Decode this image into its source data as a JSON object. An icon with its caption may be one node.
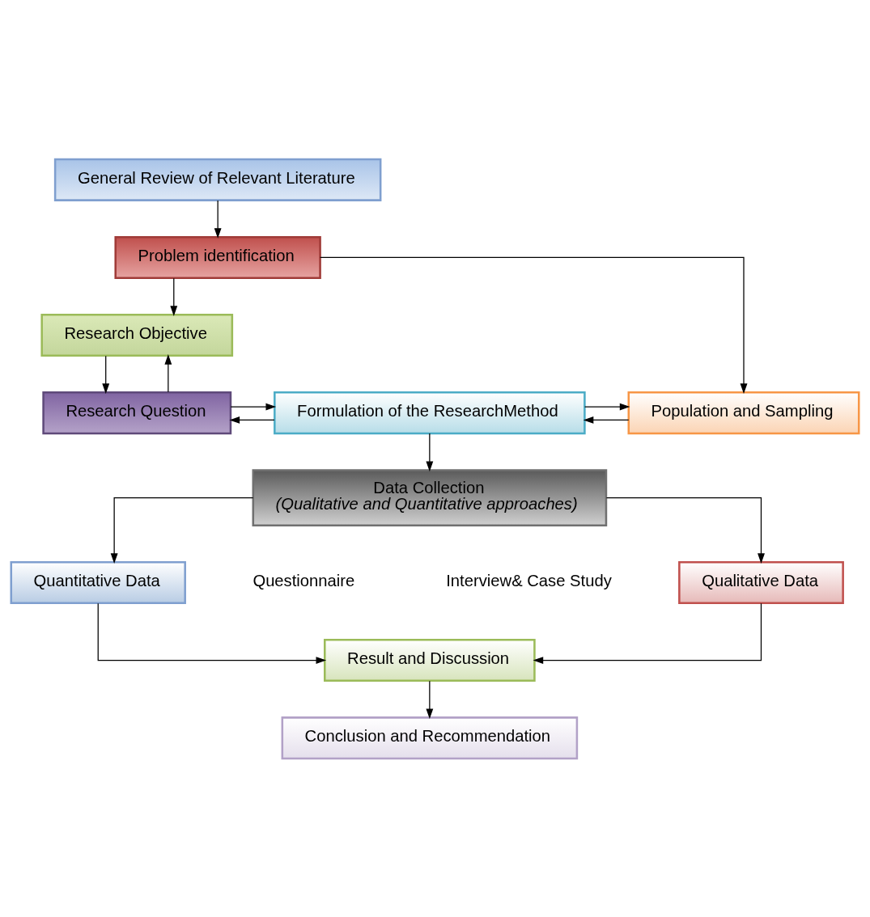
{
  "diagram": {
    "nodes": [
      {
        "text": [
          "General Review of Relevant Literature"
        ]
      },
      {
        "text": [
          "Problem identification"
        ]
      },
      {
        "text": [
          "Research Objective"
        ]
      },
      {
        "text": [
          "Research Question"
        ]
      },
      {
        "text": [
          "Formulation of the ResearchMethod"
        ]
      },
      {
        "text": [
          "Population and Sampling"
        ]
      },
      {
        "text": [
          "Data Collection",
          "(Qualitative and Quantitative approaches)"
        ]
      },
      {
        "text": [
          "Quantitative Data"
        ]
      },
      {
        "text": [
          "Qualitative Data"
        ]
      },
      {
        "text": [
          "Result and Discussion"
        ]
      },
      {
        "text": [
          "Conclusion and Recommendation"
        ]
      }
    ],
    "edges": [
      {
        "from": 0,
        "to": 1,
        "arrow": "to"
      },
      {
        "from": 1,
        "to": 2,
        "arrow": "to"
      },
      {
        "from": 1,
        "to": 5,
        "arrow": "to"
      },
      {
        "from": 2,
        "to": 3,
        "arrow": "to"
      },
      {
        "from": 3,
        "to": 2,
        "arrow": "to"
      },
      {
        "from": 4,
        "to": 3,
        "arrow": "to"
      },
      {
        "from": 3,
        "to": 4,
        "arrow": "to"
      },
      {
        "from": 5,
        "to": 4,
        "arrow": "to"
      },
      {
        "from": 4,
        "to": 5,
        "arrow": "to"
      },
      {
        "from": 4,
        "to": 6,
        "arrow": "to"
      },
      {
        "from": 6,
        "to": 7,
        "arrow": "to"
      },
      {
        "from": 6,
        "to": 8,
        "arrow": "to"
      },
      {
        "from": 7,
        "to": 9,
        "arrow": "to"
      },
      {
        "from": 8,
        "to": 9,
        "arrow": "to"
      },
      {
        "from": 9,
        "to": 10,
        "arrow": "to"
      }
    ],
    "labels": [
      "Questionnaire",
      "Interview& Case Study"
    ]
  }
}
